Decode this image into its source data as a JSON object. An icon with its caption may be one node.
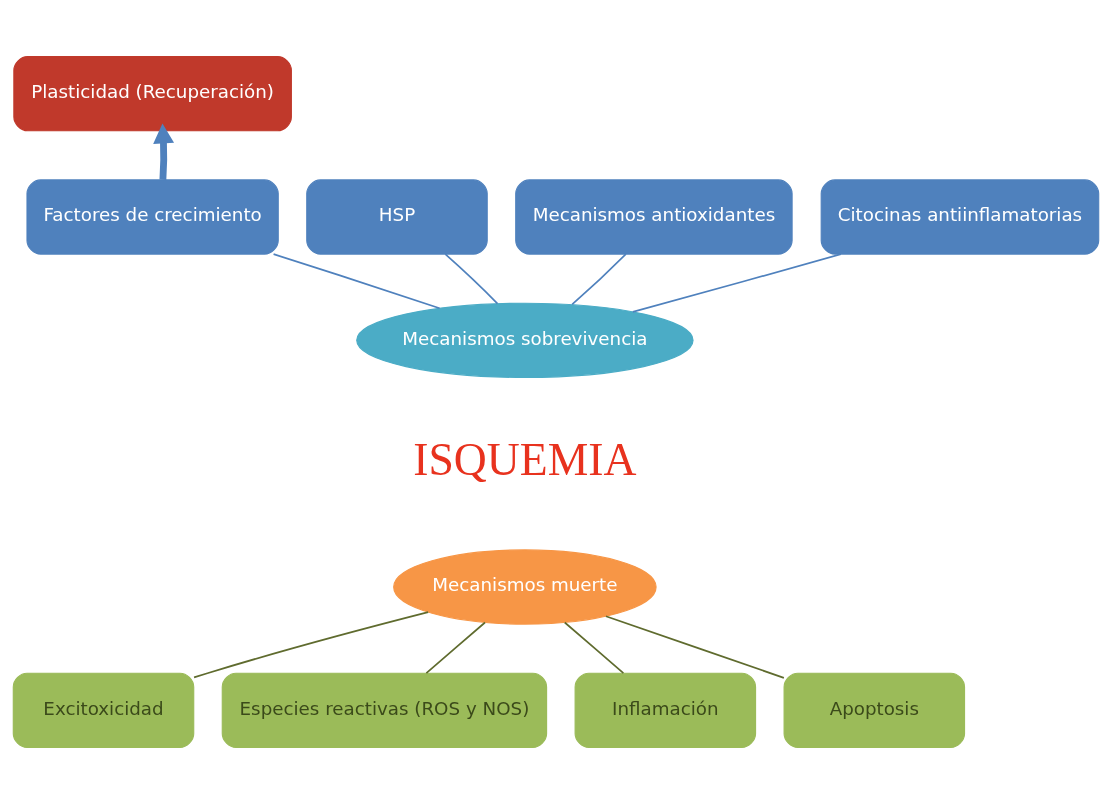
{
  "diagram": {
    "nodes": [
      {
        "text": [
          "Plasticidad (Recuperación)"
        ]
      },
      {
        "text": [
          "HSP"
        ]
      },
      {
        "text": [
          "Mecanismos antioxidantes"
        ]
      },
      {
        "text": [
          "Citocinas antiinflamatorias"
        ]
      },
      {
        "text": [
          "Factores de crecimiento"
        ]
      },
      {
        "text": [
          "Mecanismos sobrevivencia"
        ]
      },
      {
        "text": [
          "Mecanismos muerte"
        ]
      },
      {
        "text": [
          "Excitoxicidad"
        ]
      },
      {
        "text": [
          "Especies reactivas (ROS y NOS)"
        ]
      },
      {
        "text": [
          "Inflamación"
        ]
      },
      {
        "text": [
          "Apoptosis"
        ]
      }
    ],
    "edges": [
      {
        "from": 4,
        "to": 0,
        "arrow": "to",
        "style": "thick",
        "color": "#4f81bd"
      },
      {
        "from": 5,
        "to": 1,
        "arrow": "none",
        "color": "#4f81bd"
      },
      {
        "from": 5,
        "to": 2,
        "arrow": "none",
        "color": "#4f81bd"
      },
      {
        "from": 5,
        "to": 3,
        "arrow": "none",
        "color": "#4f81bd"
      },
      {
        "from": 5,
        "to": 4,
        "arrow": "none",
        "color": "#4f81bd"
      },
      {
        "from": 6,
        "to": 7,
        "arrow": "none",
        "color": "#5f6b2e"
      },
      {
        "from": 6,
        "to": 8,
        "arrow": "none",
        "color": "#5f6b2e"
      },
      {
        "from": 6,
        "to": 9,
        "arrow": "none",
        "color": "#5f6b2e"
      },
      {
        "from": 6,
        "to": 10,
        "arrow": "none",
        "color": "#5f6b2e"
      }
    ],
    "labels": [
      "ISQUEMIA"
    ]
  }
}
